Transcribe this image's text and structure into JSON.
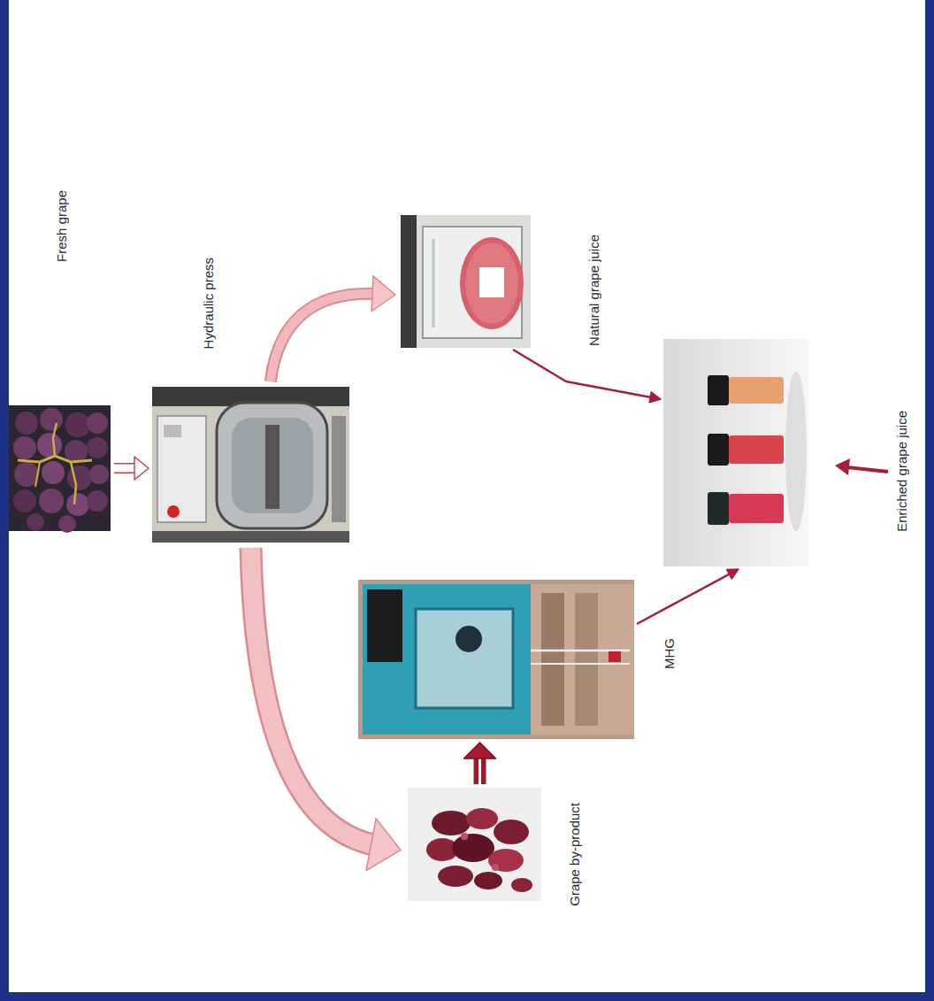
{
  "diagram": {
    "nodes": [
      {
        "text": [
          "Fresh grape"
        ]
      },
      {
        "text": [
          "Hydraulic press"
        ]
      },
      {
        "text": [
          "Natural grape juice"
        ]
      },
      {
        "text": [
          "Grape by-product"
        ]
      },
      {
        "text": [
          "MHG"
        ]
      },
      {
        "text": [
          "Enriched grape juice"
        ]
      }
    ],
    "edges": [
      {
        "from": 0,
        "to": 1,
        "arrow": "to"
      },
      {
        "from": 1,
        "to": 2,
        "arrow": "to"
      },
      {
        "from": 1,
        "to": 3,
        "arrow": "to"
      },
      {
        "from": 3,
        "to": 4,
        "arrow": "to"
      },
      {
        "from": 2,
        "to": 5,
        "arrow": "to"
      },
      {
        "from": 4,
        "to": 5,
        "arrow": "to"
      }
    ]
  }
}
